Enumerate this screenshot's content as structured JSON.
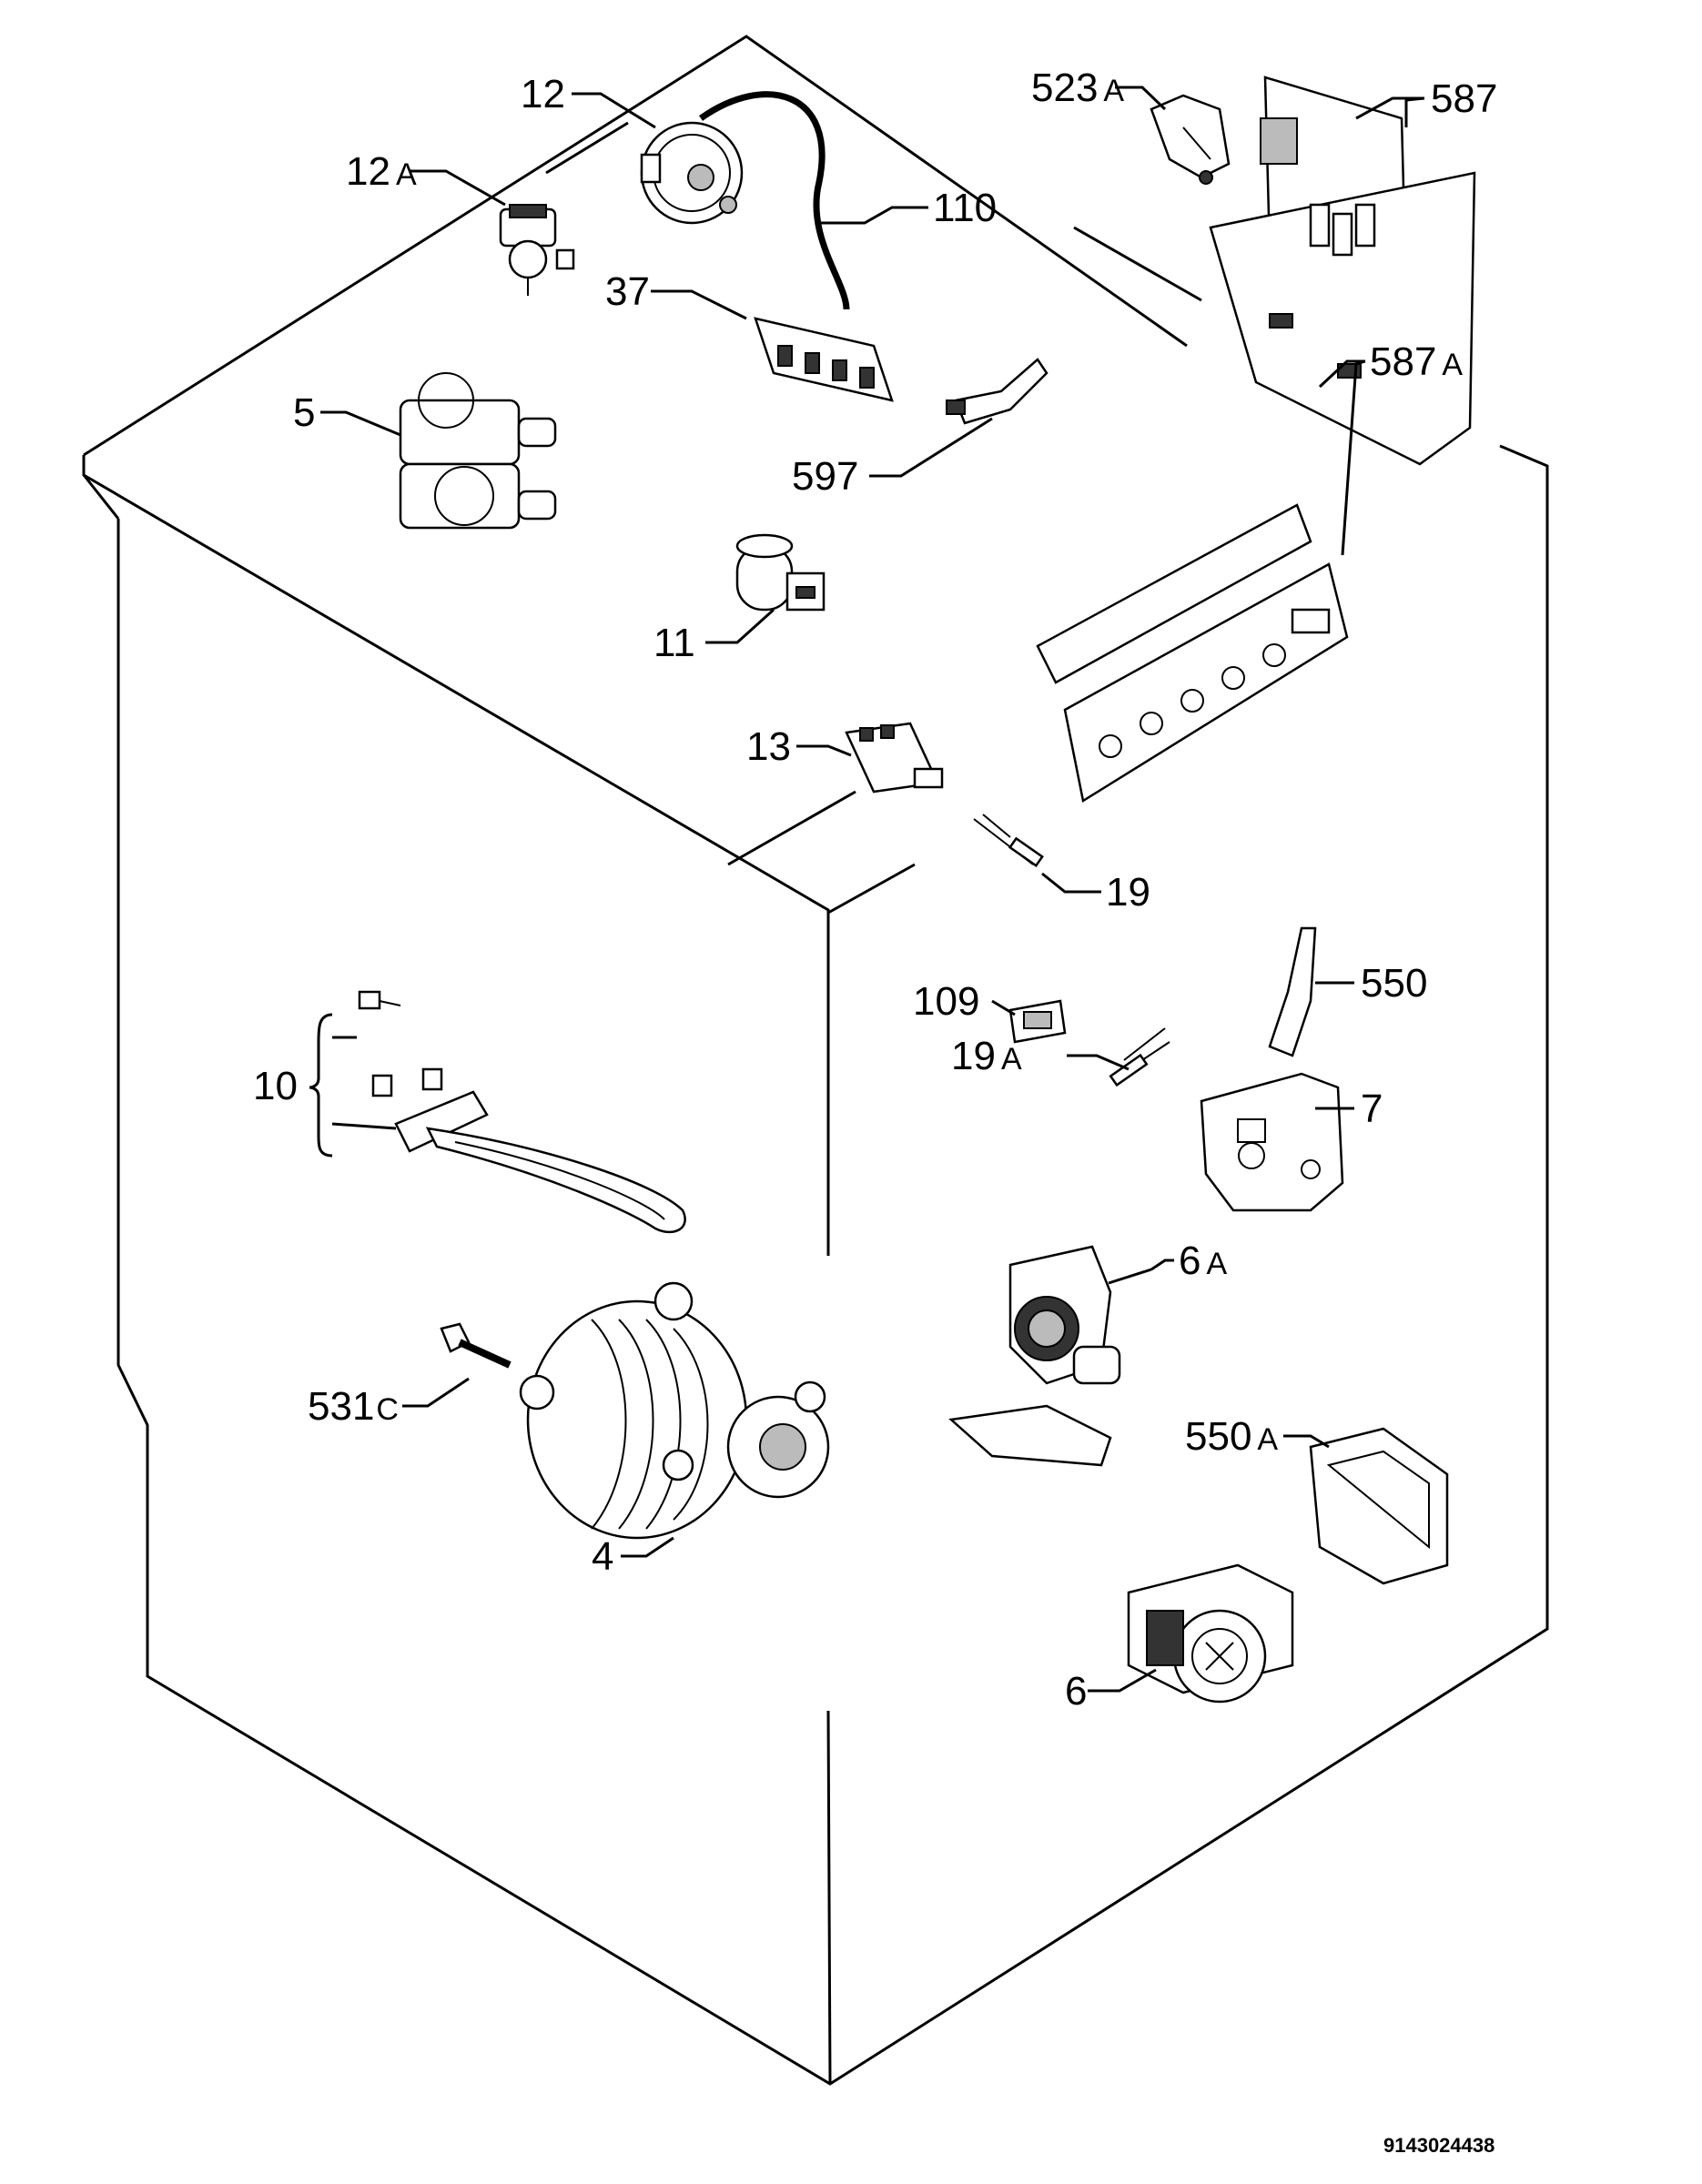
{
  "parts": [
    {
      "id": "p12",
      "number": "12",
      "suffix": ""
    },
    {
      "id": "p12a",
      "number": "12",
      "suffix": "A"
    },
    {
      "id": "p110",
      "number": "110",
      "suffix": ""
    },
    {
      "id": "p37",
      "number": "37",
      "suffix": ""
    },
    {
      "id": "p5",
      "number": "5",
      "suffix": ""
    },
    {
      "id": "p597",
      "number": "597",
      "suffix": ""
    },
    {
      "id": "p11",
      "number": "11",
      "suffix": ""
    },
    {
      "id": "p13",
      "number": "13",
      "suffix": ""
    },
    {
      "id": "p523a",
      "number": "523",
      "suffix": "A"
    },
    {
      "id": "p587",
      "number": "587",
      "suffix": ""
    },
    {
      "id": "p587a",
      "number": "587",
      "suffix": "A"
    },
    {
      "id": "p19",
      "number": "19",
      "suffix": ""
    },
    {
      "id": "p109",
      "number": "109",
      "suffix": ""
    },
    {
      "id": "p19a",
      "number": "19",
      "suffix": "A"
    },
    {
      "id": "p550",
      "number": "550",
      "suffix": ""
    },
    {
      "id": "p7",
      "number": "7",
      "suffix": ""
    },
    {
      "id": "p10",
      "number": "10",
      "suffix": ""
    },
    {
      "id": "p6a",
      "number": "6",
      "suffix": "A"
    },
    {
      "id": "p531c",
      "number": "531",
      "suffix": "C"
    },
    {
      "id": "p550a",
      "number": "550",
      "suffix": "A"
    },
    {
      "id": "p4",
      "number": "4",
      "suffix": ""
    },
    {
      "id": "p6",
      "number": "6",
      "suffix": ""
    }
  ],
  "drawing_code": "9143024438"
}
